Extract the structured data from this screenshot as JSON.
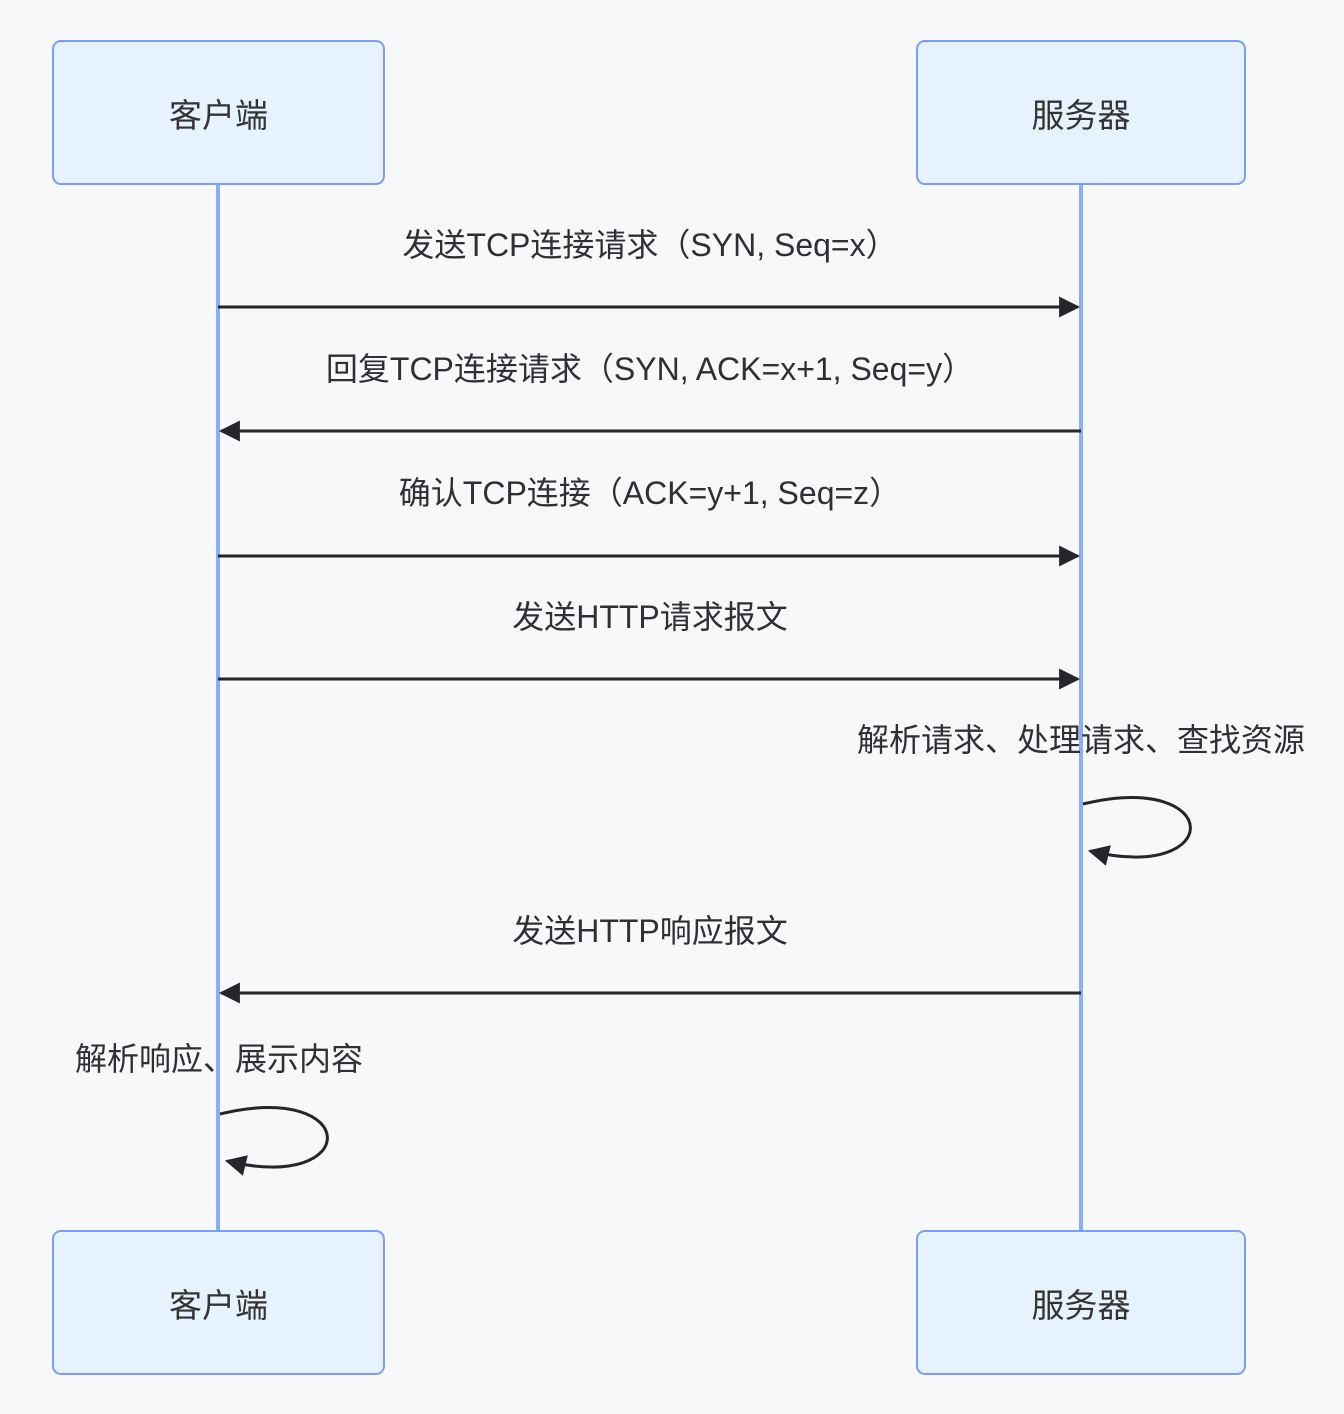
{
  "diagram_type": "sequence",
  "actors": {
    "client": {
      "label": "客户端"
    },
    "server": {
      "label": "服务器"
    }
  },
  "messages": [
    {
      "label": "发送TCP连接请求（SYN, Seq=x）",
      "from": "client",
      "to": "server",
      "kind": "solid-arrow"
    },
    {
      "label": "回复TCP连接请求（SYN, ACK=x+1, Seq=y）",
      "from": "server",
      "to": "client",
      "kind": "solid-arrow"
    },
    {
      "label": "确认TCP连接（ACK=y+1, Seq=z）",
      "from": "client",
      "to": "server",
      "kind": "solid-arrow"
    },
    {
      "label": "发送HTTP请求报文",
      "from": "client",
      "to": "server",
      "kind": "solid-arrow"
    },
    {
      "label": "解析请求、处理请求、查找资源",
      "from": "server",
      "to": "server",
      "kind": "self-loop"
    },
    {
      "label": "发送HTTP响应报文",
      "from": "server",
      "to": "client",
      "kind": "solid-arrow"
    },
    {
      "label": "解析响应、展示内容",
      "from": "client",
      "to": "client",
      "kind": "self-loop"
    }
  ],
  "colors": {
    "background": "#f7f8fa",
    "actor_fill": "#e6f2fd",
    "actor_border": "#7d9ef0",
    "lifeline": "#8cadf8",
    "arrow": "#24262a",
    "text": "#303034"
  }
}
